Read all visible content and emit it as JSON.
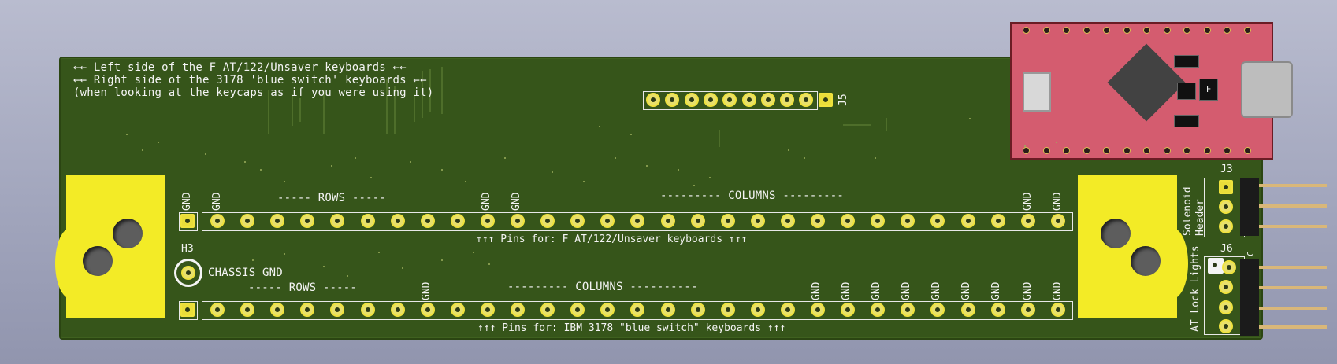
{
  "silkscreen": {
    "left_side_note": "←← Left side of the F AT/122/Unsaver keyboards ←←",
    "right_side_note": "←← Right side ot the 3178 'blue switch' keyboards ←←",
    "keycaps_note": "(when looking at the keycaps as if you were using it)",
    "j5_label": "J5",
    "j3_label": "J3",
    "j6_label": "J6",
    "h3_label": "H3",
    "chassis_gnd": "CHASSIS GND",
    "solenoid_header": "Solenoid",
    "solenoid_header2": "Header",
    "at_lock_lights": "AT Lock Lights",
    "j6_c_label": "C",
    "top_rows": "----- ROWS -----",
    "top_columns": "--------- COLUMNS ---------",
    "bottom_rows": "----- ROWS -----",
    "bottom_columns": "--------- COLUMNS ----------",
    "top_pins_caption": "↑↑↑ Pins for: F AT/122/Unsaver keyboards ↑↑↑",
    "bottom_pins_caption": "↑↑↑ Pins for: IBM 3178 \"blue switch\" keyboards ↑↑↑",
    "gnd": "GND",
    "fuse": "F"
  },
  "colors": {
    "pcb": "#36551a",
    "pad": "#efe23d",
    "silkscreen": "#f4f4f4",
    "mcu_board": "#d45c6f"
  }
}
